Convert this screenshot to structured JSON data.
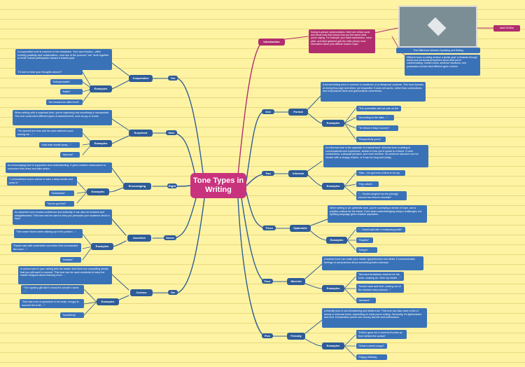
{
  "center_title": "Tone Types in Writing",
  "introduction": {
    "label": "Introduction",
    "text": "During in-person communication, there are verbal, aural, and visual cues that convey how you feel about what you're saying. For example, your facial expressions, voice pitch, and hand gestures give the other person more information about your attitude toward a topic.",
    "image_caption": "The Difference between Speaking and Writing",
    "link": "b6c675189ce",
    "note": "Different tones in writing achieve a similar goal: to illustrate through words your emotional perspective about what you're communicating. Certain words, sentence structures, and punctuation choices elicit different types of tones."
  },
  "right": [
    {
      "num": "One",
      "label": "Formal",
      "desc": "A formal writing tone is common in academic or professional contexts. This tone focuses on being thorough and direct, yet respectful. It uses full words, rather than contractions, and emphasizes facts and grammatical correctness.",
      "examples_label": "Examples",
      "examples": [
        "\"The committee will not vote on the matter\"",
        "\"According to the data ...\"",
        "\"To Whom It May Concern\"",
        "\"Respectfully yours\""
      ]
    },
    {
      "num": "Two",
      "label": "Informal",
      "desc": "An informal tone is the opposite of a formal tone. Informal tone in writing is conversational and expressive, similar to how you'd speak to a friend. It uses contractions, colloquial phrases, and more emotion. Its sentence structure can be shorter with a choppy rhythm, or it can be long and chatty.",
      "examples_label": "Examples",
      "examples": [
        "\"Nah—I've got tons of time to do my chores\"",
        "\"Hey, what's up?\"",
        "\"... Sandra laughed as she jokingly shoved her friend's shoulder\""
      ]
    },
    {
      "num": "Three",
      "label": "Optimistic",
      "desc": "When writing in an optimistic tone, you're conveying a sense of hope, and a positive outlook for the future. Even when acknowledging today's challenges, the uplifting language gives readers aspiration.",
      "examples_label": "Examples",
      "examples": [
        "\"... David said with a reassuring smile\"",
        "\"Hopeful\"",
        "\"hang in there\""
      ]
    },
    {
      "num": "Four",
      "label": "Worried",
      "desc": "A worried tone can make your reader apprehensive and afraid. It communicates feelings of anxiousness about something that's unknown.",
      "examples_label": "Examples",
      "examples": [
        "\"My hand tentatively reached for the knob, shaking as I held my breath ...\"",
        "\"looked back and forth, looking out of the window every second ...\"",
        "\"stressed\""
      ]
    },
    {
      "num": "Five",
      "label": "Friendly",
      "desc": "A friendly tone is non-threatening and elicits trust. This tone can also have a hint of formal or informal tones, depending on what you're writing. Generally, it's lighthearted and kind. Exclamation points can convey warmth and enthusiasm.",
      "examples_label": "Examples",
      "examples": [
        "\"Esther gave me a cheerful thumbs up from behind the curtain\"",
        "\"What a sweet puppy!\"",
        "\"Happy birthday, buddy!\""
      ]
    }
  ],
  "left": [
    {
      "num": "Ten",
      "label": "Cooperative",
      "desc": "A cooperative tone is common in the workplace. Your word choice—often evoking positivity and collaboration—and use of the pronoun \"we\" work together to invite mutual participation toward a shared goal.",
      "examples_label": "Examples",
      "examples": [
        "\"I'd love to hear your thoughts about it\"",
        "\"indispensable\"",
        "\"better\"",
        "\"we showed an allied front\""
      ]
    },
    {
      "num": "Nine",
      "label": "Surprised",
      "desc": "When writing with a surprised tone, you're capturing how something is unexpected. The tone could elicit different types of astonishment, such as joy or shock.",
      "examples_label": "Examples",
      "examples": [
        "\"He opened the door and his eyes widened upon seeing me ...\"",
        "\"took their breath away ...\"",
        "\"stunned\""
      ]
    },
    {
      "num": "Eight",
      "label": "Encouraging",
      "desc": "An encouraging tone is supportive and understanding. It gives readers reassurance to overcome their fears and take action.",
      "examples_label": "Examples",
      "examples": [
        "\"I remembered mom's advice to take a deep breath and jump in.\"",
        "\"Outlandish\"",
        "\"You've got this!\""
      ]
    },
    {
      "num": "Seven",
      "label": "Assertive",
      "desc": "An assertive tone exudes confidence and authority. It can also be insistent and straightforward. This tone can be used to help you persuade your audience about a topic.",
      "examples_label": "Examples",
      "examples": [
        "\"She wasn't fazed while walking up to the podium ...\"",
        "\"Daniel said with undeniable conviction that commanded the room ...\"",
        "\"resolute\""
      ]
    },
    {
      "num": "Six",
      "label": "Curious",
      "desc": "A curious tone in your writing tells the reader that there are compelling details that you still want to uncover. This tone can be used creatively to keep the reader intrigued about learning more ...",
      "examples_label": "Examples",
      "examples": [
        "\"The mystery gift didn't reveal the sender's name ...\"",
        "\"Tobi had a list of questions in her brain, hungry to uncover the truth ...\"",
        "\"wondering\""
      ]
    }
  ]
}
